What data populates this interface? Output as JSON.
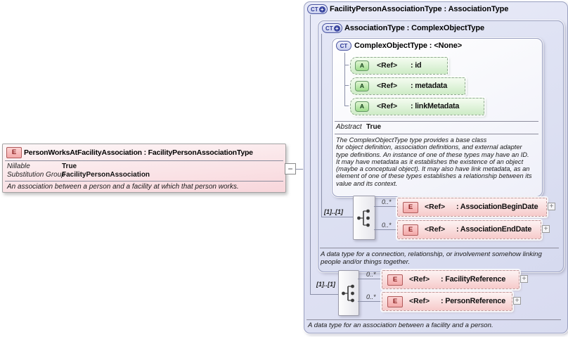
{
  "icons": {
    "element": "E",
    "attribute": "A",
    "complex_type": "CT",
    "plus": "+",
    "collapse": "−",
    "expand": "+"
  },
  "element_box": {
    "title": "PersonWorksAtFacilityAssociation : FacilityPersonAssociationType",
    "rows": [
      {
        "label": "Nillable",
        "value": "True"
      },
      {
        "label": "Substitution Group",
        "value": "FacilityPersonAssociation"
      }
    ],
    "description": "An association between a person and a facility at which that person works."
  },
  "fpa_type": {
    "title": "FacilityPersonAssociationType : AssociationType",
    "footer": "A data type for an association between a facility and a person.",
    "occurrence": "[1]..[1]",
    "elements": [
      {
        "cardinality": "0..*",
        "ref_label": "<Ref>",
        "name": ": FacilityReference"
      },
      {
        "cardinality": "0..*",
        "ref_label": "<Ref>",
        "name": ": PersonReference"
      }
    ]
  },
  "assoc_type": {
    "title": "AssociationType : ComplexObjectType",
    "footer_lines": [
      "A data type for a connection, relationship, or involvement somehow linking",
      "people and/or things together."
    ],
    "occurrence": "[1]..[1]",
    "elements": [
      {
        "cardinality": "0..*",
        "ref_label": "<Ref>",
        "name": ": AssociationBeginDate"
      },
      {
        "cardinality": "0..*",
        "ref_label": "<Ref>",
        "name": ": AssociationEndDate"
      }
    ]
  },
  "cot_type": {
    "title": "ComplexObjectType : <None>",
    "attributes": [
      {
        "ref_label": "<Ref>",
        "name": ": id"
      },
      {
        "ref_label": "<Ref>",
        "name": ": metadata"
      },
      {
        "ref_label": "<Ref>",
        "name": ": linkMetadata"
      }
    ],
    "abstract_label": "Abstract",
    "abstract_value": "True",
    "description_lines": [
      "The ComplexObjectType type provides a base class",
      "for object definition, association definitions, and external adapter",
      "type definitions. An instance of one of these types may have an ID.",
      "It may have metadata as it establishes the existence of an object",
      "(maybe a conceptual object). It may also have link metadata, as an",
      "element of one of these types establishes a relationship between its",
      "value and its context."
    ]
  }
}
